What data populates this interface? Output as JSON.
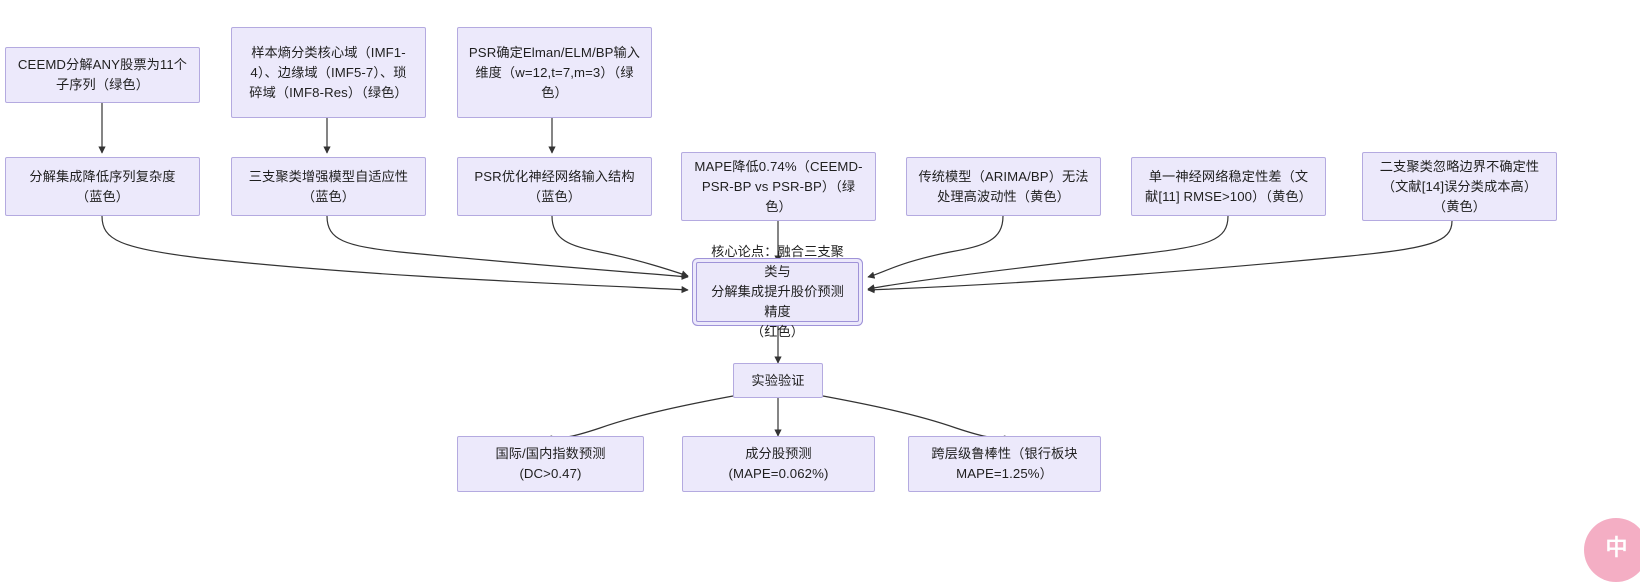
{
  "diagram": {
    "type": "flowchart",
    "title": "",
    "background_color": "#ffffff",
    "node_fill": "#ece9fb",
    "node_border": "#b4aae0",
    "edge_color": "#333333",
    "nodes": [
      {
        "id": "n1",
        "label": "CEEMD分解ANY股票为11个\n子序列（绿色）",
        "row": "top",
        "color_tag": "绿色"
      },
      {
        "id": "n2",
        "label": "样本熵分类核心域（IMF1-\n4）、边缘域（IMF5-7）、琐\n碎域（IMF8-Res）（绿色）",
        "row": "top",
        "color_tag": "绿色"
      },
      {
        "id": "n3",
        "label": "PSR确定Elman/ELM/BP输入\n维度（w=12,t=7,m=3）（绿\n色）",
        "row": "top",
        "color_tag": "绿色"
      },
      {
        "id": "n4",
        "label": "分解集成降低序列复杂度\n（蓝色）",
        "row": "middle",
        "color_tag": "蓝色"
      },
      {
        "id": "n5",
        "label": "三支聚类增强模型自适应性\n（蓝色）",
        "row": "middle",
        "color_tag": "蓝色"
      },
      {
        "id": "n6",
        "label": "PSR优化神经网络输入结构\n（蓝色）",
        "row": "middle",
        "color_tag": "蓝色"
      },
      {
        "id": "n7",
        "label": "MAPE降低0.74%（CEEMD-\nPSR-BP vs PSR-BP）（绿\n色）",
        "row": "middle",
        "color_tag": "绿色"
      },
      {
        "id": "n8",
        "label": "传统模型（ARIMA/BP）无法\n处理高波动性（黄色）",
        "row": "middle",
        "color_tag": "黄色"
      },
      {
        "id": "n9",
        "label": "单一神经网络稳定性差（文\n献[11] RMSE>100）（黄色）",
        "row": "middle",
        "color_tag": "黄色"
      },
      {
        "id": "n10",
        "label": "二支聚类忽略边界不确定性\n（文献[14]误分类成本高）\n（黄色）",
        "row": "middle",
        "color_tag": "黄色"
      },
      {
        "id": "core",
        "label": "核心论点：融合三支聚类与\n分解集成提升股价预测精度\n（红色）",
        "row": "core",
        "color_tag": "红色"
      },
      {
        "id": "exp",
        "label": "实验验证",
        "row": "verify",
        "color_tag": ""
      },
      {
        "id": "b1",
        "label": "国际/国内指数预测\n(DC>0.47)",
        "row": "bottom",
        "color_tag": ""
      },
      {
        "id": "b2",
        "label": "成分股预测\n(MAPE=0.062%)",
        "row": "bottom",
        "color_tag": ""
      },
      {
        "id": "b3",
        "label": "跨层级鲁棒性（银行板块\nMAPE=1.25%）",
        "row": "bottom",
        "color_tag": ""
      }
    ],
    "edges": [
      {
        "from": "n1",
        "to": "n4",
        "style": "straight-arrow"
      },
      {
        "from": "n2",
        "to": "n5",
        "style": "straight-arrow"
      },
      {
        "from": "n3",
        "to": "n6",
        "style": "straight-arrow"
      },
      {
        "from": "n4",
        "to": "core",
        "style": "curved-arrow"
      },
      {
        "from": "n5",
        "to": "core",
        "style": "curved-arrow"
      },
      {
        "from": "n6",
        "to": "core",
        "style": "curved-arrow"
      },
      {
        "from": "n7",
        "to": "core",
        "style": "straight-arrow"
      },
      {
        "from": "n8",
        "to": "core",
        "style": "curved-arrow"
      },
      {
        "from": "n9",
        "to": "core",
        "style": "curved-arrow"
      },
      {
        "from": "n10",
        "to": "core",
        "style": "curved-arrow"
      },
      {
        "from": "core",
        "to": "exp",
        "style": "straight-arrow"
      },
      {
        "from": "exp",
        "to": "b1",
        "style": "curved-arrow"
      },
      {
        "from": "exp",
        "to": "b2",
        "style": "straight-arrow"
      },
      {
        "from": "exp",
        "to": "b3",
        "style": "curved-arrow"
      }
    ]
  },
  "watermark": {
    "text": "中",
    "color": "#f4a8c0"
  }
}
